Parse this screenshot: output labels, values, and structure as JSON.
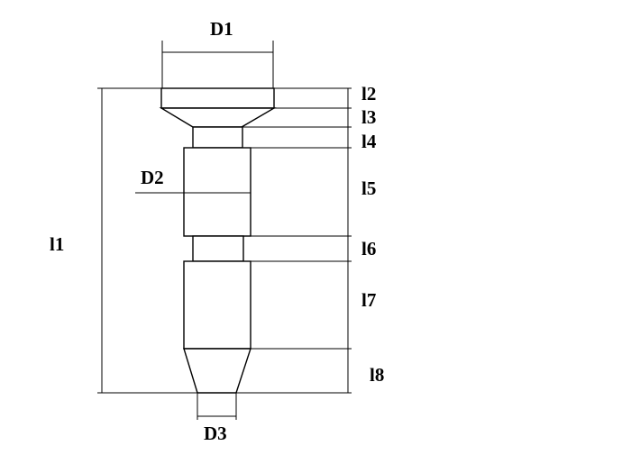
{
  "diagram": {
    "labels": {
      "d1": "D1",
      "d2": "D2",
      "d3": "D3",
      "l1": "l1",
      "l2": "l2",
      "l3": "l3",
      "l4": "l4",
      "l5": "l5",
      "l6": "l6",
      "l7": "l7",
      "l8": "l8"
    }
  }
}
